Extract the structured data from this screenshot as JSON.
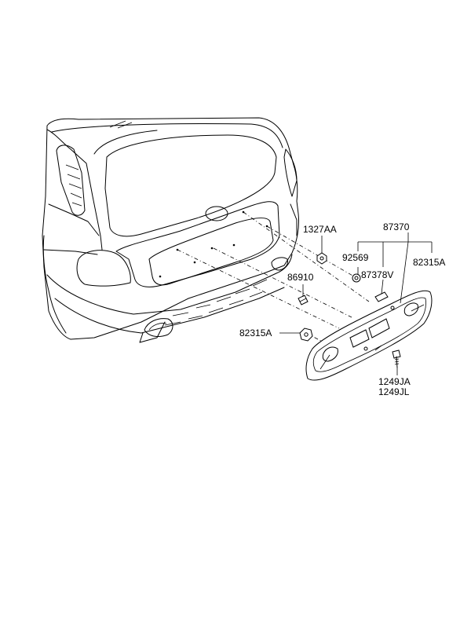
{
  "parts": {
    "p1327AA": "1327AA",
    "p87370": "87370",
    "p92569": "92569",
    "p82315A_right": "82315A",
    "p87378V": "87378V",
    "p86910": "86910",
    "p82315A_left": "82315A",
    "p1249JA": "1249JA",
    "p1249JL": "1249JL"
  }
}
